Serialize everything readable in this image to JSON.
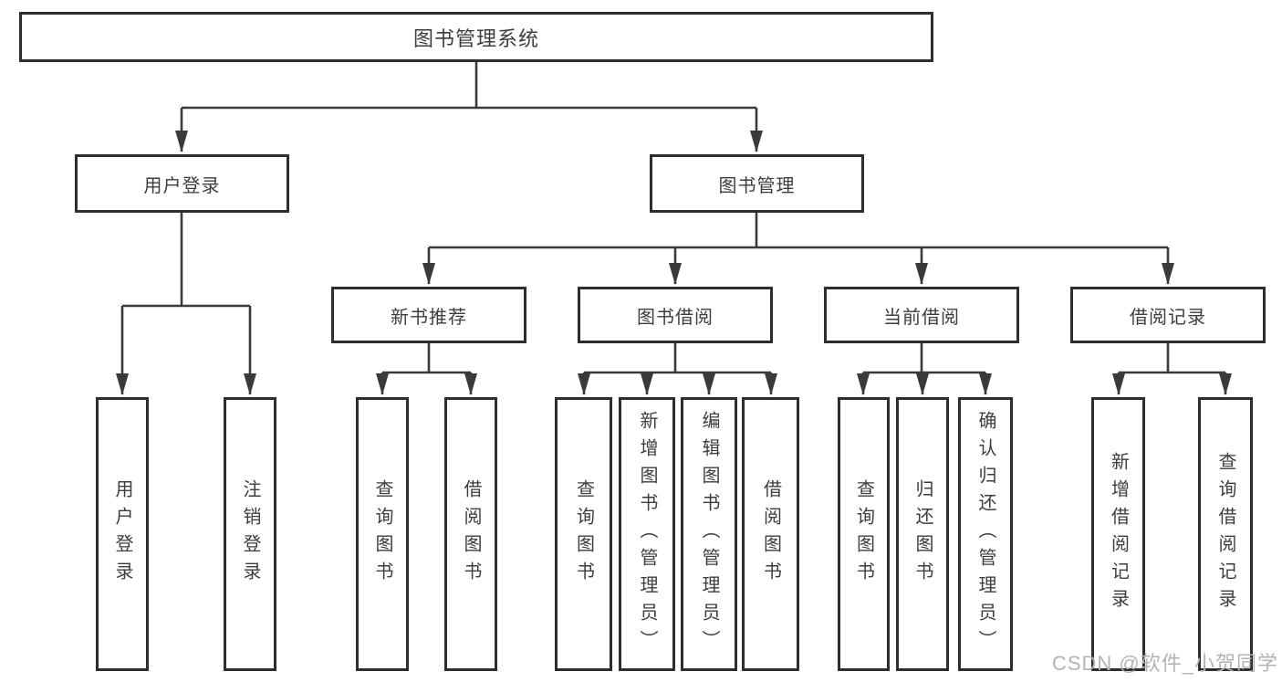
{
  "tree": {
    "root": "图书管理系统",
    "branches": [
      {
        "label": "用户登录",
        "leaves": [
          "用户登录",
          "注销登录"
        ]
      },
      {
        "label": "图书管理",
        "groups": [
          {
            "label": "新书推荐",
            "leaves": [
              "查询图书",
              "借阅图书"
            ]
          },
          {
            "label": "图书借阅",
            "leaves": [
              "查询图书",
              "新增图书（管理员）",
              "编辑图书（管理员）",
              "借阅图书"
            ]
          },
          {
            "label": "当前借阅",
            "leaves": [
              "查询图书",
              "归还图书",
              "确认归还（管理员）"
            ]
          },
          {
            "label": "借阅记录",
            "leaves": [
              "新增借阅记录",
              "查询借阅记录"
            ]
          }
        ]
      }
    ]
  },
  "watermark": "CSDN @软件_小贺同学",
  "colors": {
    "line": "#3a3a3a",
    "border": "#2e2e2e",
    "text": "#3d3d3d",
    "watermark": "#b3b3b3",
    "background": "#ffffff"
  }
}
